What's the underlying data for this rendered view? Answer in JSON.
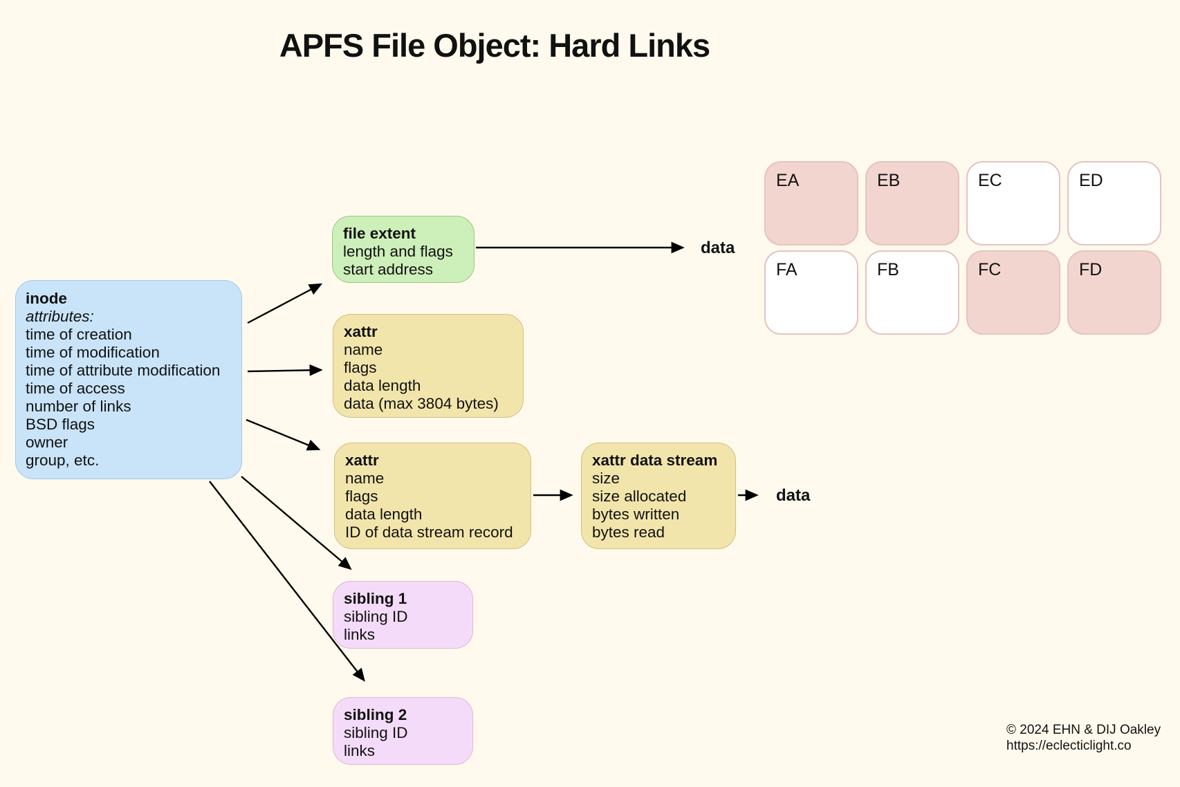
{
  "title": "APFS File Object: Hard Links",
  "boxes": {
    "inode": {
      "header": "inode",
      "subheader": "attributes:",
      "lines": [
        "time of creation",
        "time of modification",
        "time of attribute modification",
        "time of access",
        "number of links",
        "BSD flags",
        "owner",
        "group, etc."
      ]
    },
    "file_extent": {
      "header": "file extent",
      "lines": [
        "length and flags",
        "start address"
      ]
    },
    "xattr_inline": {
      "header": "xattr",
      "lines": [
        "name",
        "flags",
        "data length",
        "data (max 3804 bytes)"
      ]
    },
    "xattr_stream_ref": {
      "header": "xattr",
      "lines": [
        "name",
        "flags",
        "data length",
        "ID of data stream record"
      ]
    },
    "xattr_data_stream": {
      "header": "xattr data stream",
      "lines": [
        "size",
        "size allocated",
        "bytes written",
        "bytes read"
      ]
    },
    "sibling1": {
      "header": "sibling 1",
      "lines": [
        "sibling ID",
        "links"
      ]
    },
    "sibling2": {
      "header": "sibling 2",
      "lines": [
        "sibling ID",
        "links"
      ]
    }
  },
  "labels": {
    "data_extent": "data",
    "data_stream": "data"
  },
  "grid": {
    "cells": [
      {
        "label": "EA",
        "filled": true
      },
      {
        "label": "EB",
        "filled": true
      },
      {
        "label": "EC",
        "filled": false
      },
      {
        "label": "ED",
        "filled": false
      },
      {
        "label": "FA",
        "filled": false
      },
      {
        "label": "FB",
        "filled": false
      },
      {
        "label": "FC",
        "filled": true
      },
      {
        "label": "FD",
        "filled": true
      }
    ]
  },
  "footer": {
    "line1": "© 2024 EHN & DIJ Oakley",
    "line2": "https://eclecticlight.co"
  },
  "colors": {
    "background": "#FFFAED",
    "text": "#111111",
    "arrow": "#000000",
    "inode_fill": "#C9E4F8",
    "inode_border": "#A3C9E6",
    "extent_fill": "#CDEFBA",
    "extent_border": "#95C97F",
    "xattr_fill": "#F2E5AC",
    "xattr_border": "#D2BE7D",
    "sibling_fill": "#F4DBF9",
    "sibling_border": "#DFB9CE",
    "cell_fill": "#F3D5D0",
    "cell_border": "#E5C3BF",
    "cell_empty_fill": "#FFFFFF"
  }
}
